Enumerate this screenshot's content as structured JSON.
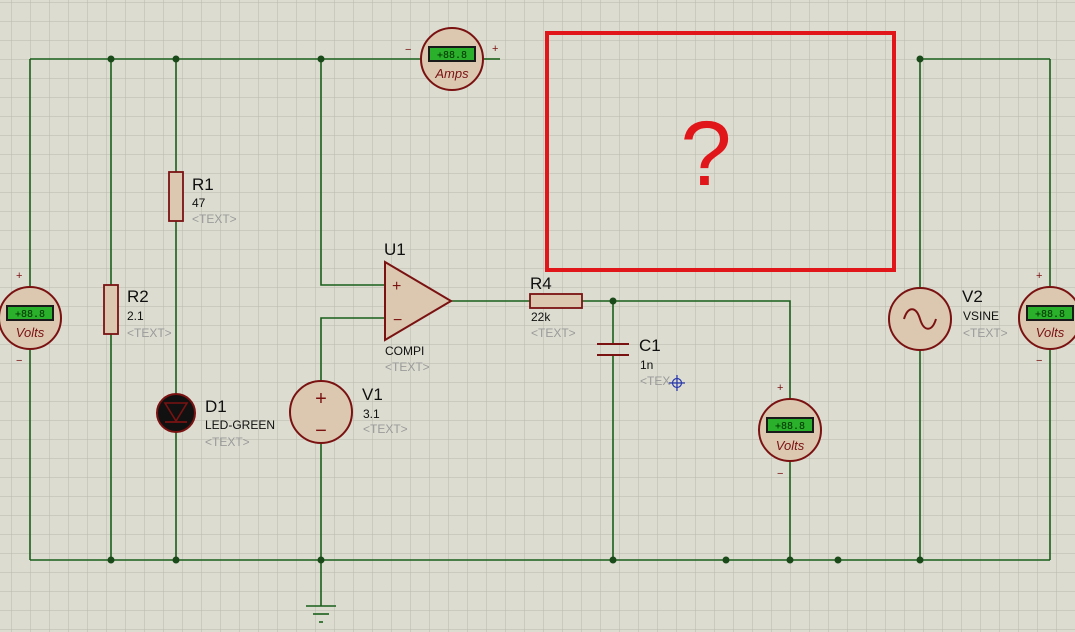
{
  "colors": {
    "background": "#dcdcd0",
    "grid": "#b8b8ac",
    "wire": "#1a5e1a",
    "component": "#7a1212",
    "body_fill": "#dcc8b0",
    "display": "#2ab02a",
    "highlight": "#e0161b"
  },
  "components": {
    "r1": {
      "ref": "R1",
      "value": "47",
      "text": "<TEXT>"
    },
    "r2": {
      "ref": "R2",
      "value": "2.1",
      "text": "<TEXT>"
    },
    "r4": {
      "ref": "R4",
      "value": "22k",
      "text": "<TEXT>"
    },
    "d1": {
      "ref": "D1",
      "value": "LED-GREEN",
      "text": "<TEXT>"
    },
    "u1": {
      "ref": "U1",
      "value": "COMPI",
      "text": "<TEXT>"
    },
    "v1": {
      "ref": "V1",
      "value": "3.1",
      "text": "<TEXT>"
    },
    "c1": {
      "ref": "C1",
      "value": "1n",
      "text": "<TEX"
    },
    "v2": {
      "ref": "V2",
      "value": "VSINE",
      "text": "<TEXT>"
    }
  },
  "meters": {
    "display": "+88.8",
    "amps_label": "Amps",
    "volts_label": "Volts",
    "plus": "+",
    "minus": "−"
  },
  "opamp": {
    "plus": "+",
    "minus": "−"
  },
  "source_symbols": {
    "plus": "+",
    "minus": "−"
  },
  "unknown_box": {
    "symbol": "?"
  },
  "icons": {
    "cursor": "crosshair-cursor-icon"
  }
}
